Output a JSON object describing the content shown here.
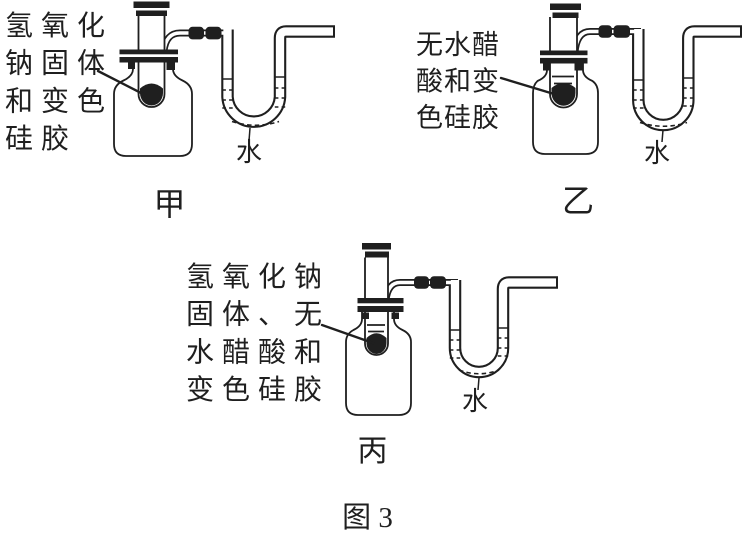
{
  "figure_caption": "图 3",
  "colors": {
    "ink": "#1f1f1f",
    "paper": "#ffffff"
  },
  "setups": [
    {
      "name": "甲",
      "reagent_lines": [
        "氢氧化",
        "钠固体",
        "和变色",
        "硅胶"
      ],
      "water_label": "水"
    },
    {
      "name": "乙",
      "reagent_lines": [
        "无水醋",
        "酸和变",
        "色硅胶"
      ],
      "water_label": "水"
    },
    {
      "name": "丙",
      "reagent_lines": [
        "氢氧化钠",
        "固体、无",
        "水醋酸和",
        "变色硅胶"
      ],
      "water_label": "水"
    }
  ]
}
